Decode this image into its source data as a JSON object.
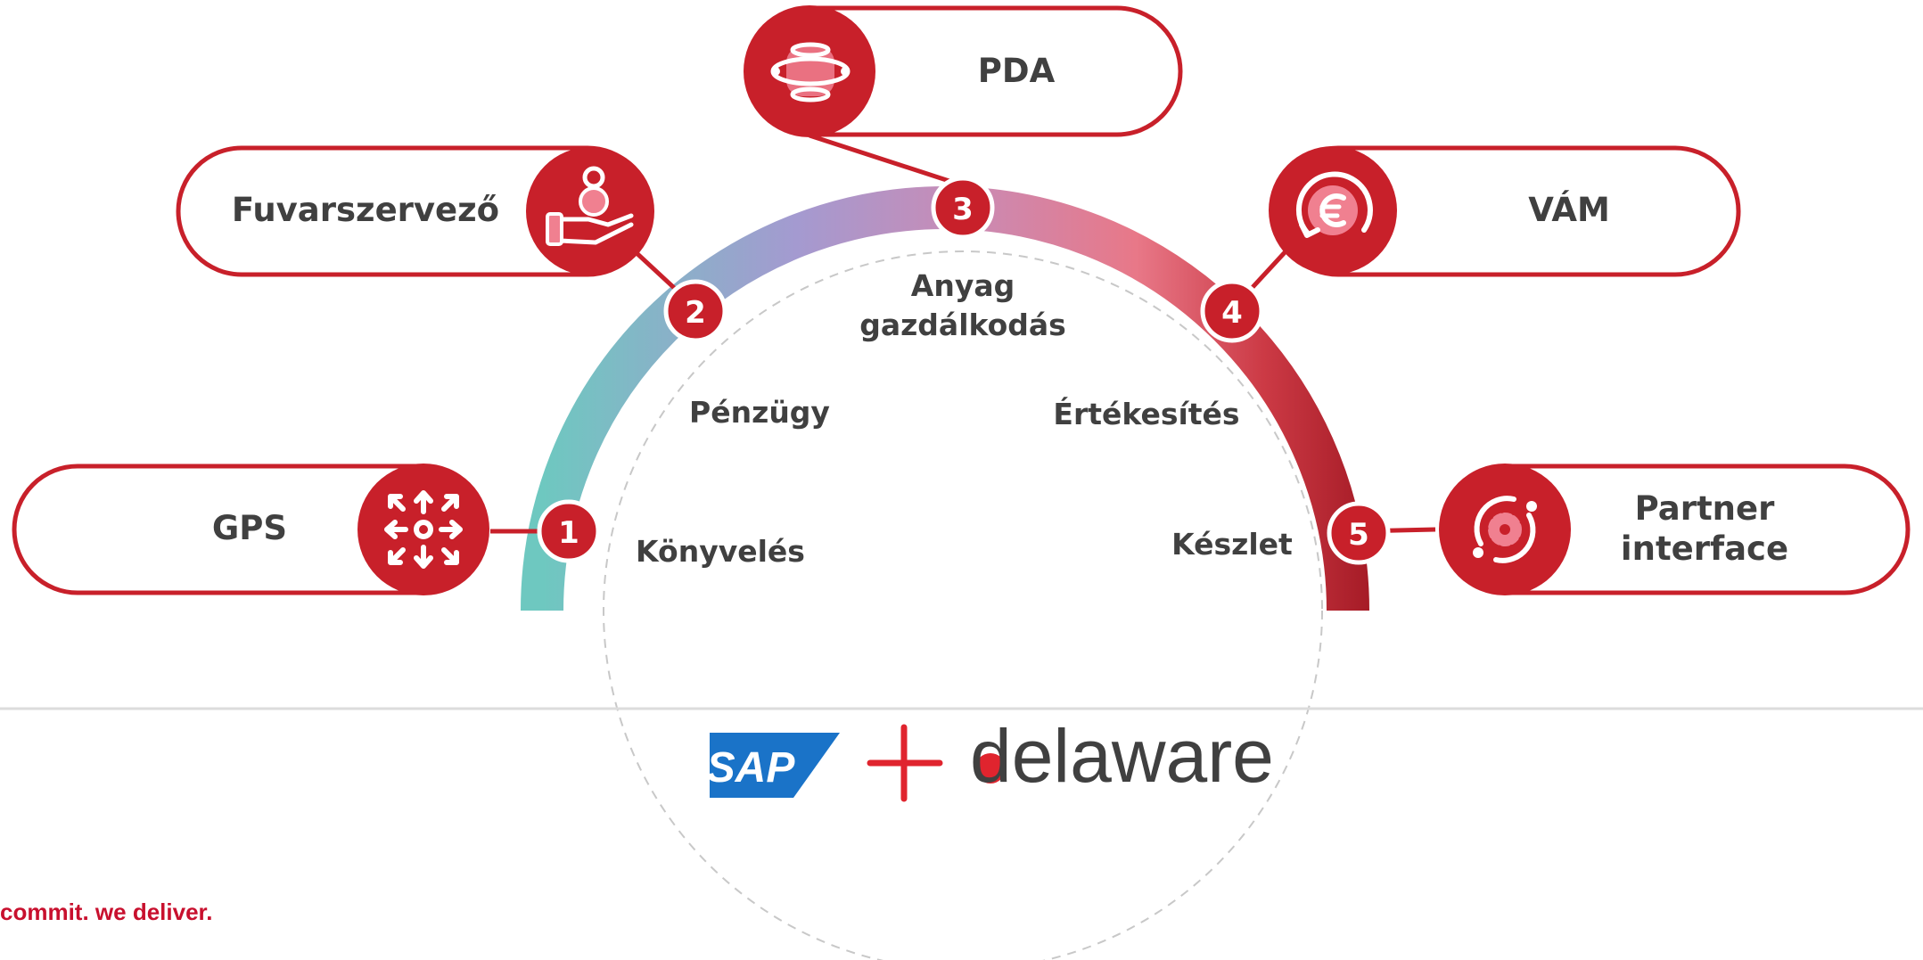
{
  "colors": {
    "accent": "#c8202a",
    "text": "#404040",
    "divider": "#dcdcdc",
    "gradient": [
      "#6ec8c0",
      "#a49ad0",
      "#e07890",
      "#9e1520"
    ],
    "sap_blue": "#1a73c8"
  },
  "steps": [
    {
      "number": "1",
      "label": "GPS",
      "icon": "gps-arrows-icon"
    },
    {
      "number": "2",
      "label": "Fuvarszervező",
      "icon": "hand-package-icon"
    },
    {
      "number": "3",
      "label": "PDA",
      "icon": "stacked-rings-icon"
    },
    {
      "number": "4",
      "label": "VÁM",
      "icon": "euro-cycle-icon"
    },
    {
      "number": "5",
      "label_line1": "Partner",
      "label_line2": "interface",
      "icon": "gear-cycle-icon"
    }
  ],
  "inner_labels": {
    "konyveles": "Könyvelés",
    "penzugy": "Pénzügy",
    "anyag_line1": "Anyag",
    "anyag_line2": "gazdálkodás",
    "ertekesites": "Értékesítés",
    "keszlet": "Készlet"
  },
  "logos": {
    "sap": "SAP",
    "delaware": "delaware"
  },
  "footer": {
    "tagline": "commit. we deliver."
  }
}
